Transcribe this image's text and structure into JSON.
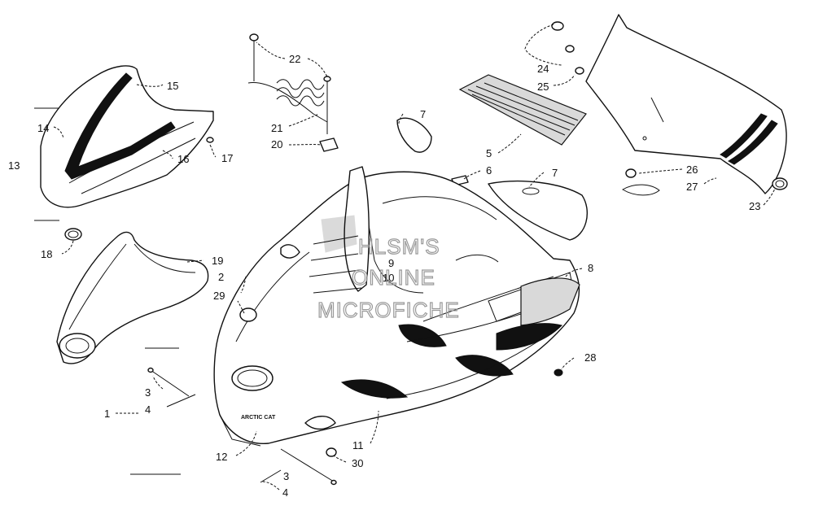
{
  "callouts": {
    "c1": "1",
    "c2": "2",
    "c3a": "3",
    "c3b": "3",
    "c4a": "4",
    "c4b": "4",
    "c5": "5",
    "c6": "6",
    "c7a": "7",
    "c7b": "7",
    "c8": "8",
    "c9": "9",
    "c10": "10",
    "c11": "11",
    "c12": "12",
    "c13": "13",
    "c14": "14",
    "c15": "15",
    "c16": "16",
    "c17": "17",
    "c18": "18",
    "c19": "19",
    "c20": "20",
    "c21": "21",
    "c22": "22",
    "c23": "23",
    "c24": "24",
    "c25": "25",
    "c26": "26",
    "c27": "27",
    "c28": "28",
    "c29": "29",
    "c30": "30"
  },
  "watermark": {
    "line1": "HLSM'S",
    "line2": "ONLINE",
    "line3": "MICROFICHE"
  },
  "hood_logo": "ARCTIC CAT"
}
